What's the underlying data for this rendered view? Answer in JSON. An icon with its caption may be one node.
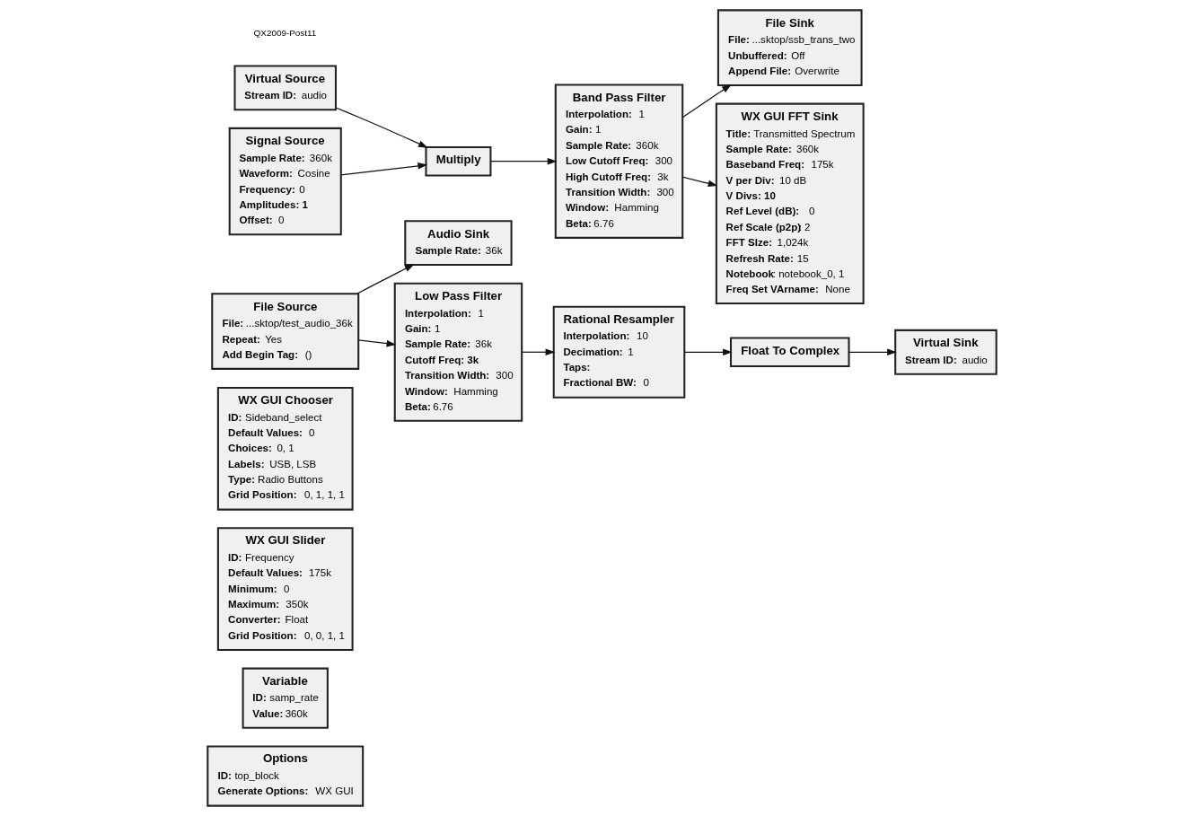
{
  "diagram": {
    "nodes": [
      {
        "text": [
          "Options",
          "**ID:** top_block",
          "**Generate Options:** WX GUI"
        ]
      },
      {
        "text": [
          "Variable",
          "**ID:** samp_rate",
          "**Value:** 360k"
        ]
      },
      {
        "text": [
          "WX GUI Slider",
          "**ID:** Frequency",
          "**Default Values:** 175k",
          "**Minimum:** 0",
          "**Maximum:** 350k",
          "**Converter:** Float",
          "**Grid Position:** 0, 0, 1, 1"
        ]
      },
      {
        "text": [
          "WX GUI Chooser",
          "**ID:** Sideband_select",
          "**Default Values:** 0",
          "**Choices:** 0, 1",
          "**Labels:** USB, LSB",
          "**Type:** Radio Buttons",
          "**Grid Position:** 0, 1, 1, 1"
        ]
      },
      {
        "text": [
          "Virtual Sink",
          "**Stream ID:** audio"
        ]
      },
      {
        "text": [
          "Audio Sink",
          "**Sample Rate:** 36k"
        ]
      },
      {
        "text": [
          "File Source",
          "**File:** ...sktop/test_audio_36k",
          "**Repeat:** Yes",
          "**Add Begin Tag:** ()"
        ]
      },
      {
        "text": [
          "Low Pass Filter",
          "**Interpolation:** 1",
          "**Gain:** 1",
          "**Sample Rate:** 36k",
          "**Cutoff Freq: 3k**",
          "**Transition Width:** 300",
          "**Window:** Hamming",
          "**Beta:** 6.76"
        ]
      },
      {
        "text": [
          "Rational Resampler",
          "**Interpolation:** 10",
          "**Decimation:** 1",
          "**Taps:**",
          "**Fractional BW:** 0"
        ]
      },
      {
        "text": [
          "Float To Complex"
        ]
      },
      {
        "text": [
          "File Sink",
          "**File:** ...sktop/ssb_trans_two",
          "**Unbuffered:** Off",
          "**Append File:** Overwrite"
        ]
      },
      {
        "text": [
          "Virtual Source",
          "**Stream ID:** audio"
        ]
      },
      {
        "text": [
          "Signal Source",
          "**Sample Rate:** 360k",
          "**Waveform:** Cosine",
          "**Frequency:** 0",
          "**Amplitudes: 1**",
          "**Offset:** 0"
        ]
      },
      {
        "text": [
          "Multiply"
        ]
      },
      {
        "text": [
          "Band Pass Filter",
          "**Interpolation:** 1",
          "**Gain:** 1",
          "**Sample Rate:** 360k",
          "**Low Cutoff Freq:** 300",
          "**High Cutoff Freq:** 3k",
          "**Transition Width:** 300",
          "**Window:** Hamming",
          "**Beta:** 6.76"
        ]
      },
      {
        "text": [
          "WX GUI FFT Sink",
          "**Title:** Transmitted Spectrum",
          "**Sample Rate:** 360k",
          "**Baseband Freq:** 175k",
          "**V per Div:** 10 dB",
          "**V Divs: 10**",
          "**Ref Level (dB):**  0",
          "**Ref Scale (p2p)**: 2",
          "**FFT SIze:** 1,024k",
          "**Refresh Rate:** 15",
          "**Notebook**: notebook_0, 1",
          "**Freq Set VArname:** None"
        ]
      }
    ],
    "edges": [
      {
        "from": 6,
        "to": 5,
        "arrow": "to"
      },
      {
        "from": 6,
        "to": 7,
        "arrow": "to"
      },
      {
        "from": 7,
        "to": 8,
        "arrow": "to"
      },
      {
        "from": 8,
        "to": 9,
        "arrow": "to"
      },
      {
        "from": 9,
        "to": 4,
        "arrow": "to"
      },
      {
        "from": 11,
        "to": 13,
        "arrow": "to"
      },
      {
        "from": 12,
        "to": 13,
        "arrow": "to"
      },
      {
        "from": 13,
        "to": 14,
        "arrow": "to"
      },
      {
        "from": 14,
        "to": 10,
        "arrow": "to"
      },
      {
        "from": 14,
        "to": 15,
        "arrow": "to"
      }
    ],
    "labels": [
      "QX2009-Post11"
    ]
  }
}
